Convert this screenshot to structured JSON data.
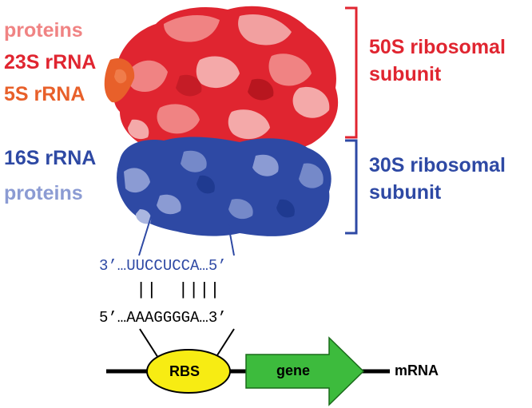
{
  "labels": {
    "large_proteins": "proteins",
    "rrna_23s": "23S rRNA",
    "rrna_5s": "5S rRNA",
    "rrna_16s": "16S rRNA",
    "small_proteins": "proteins",
    "subunit_50s": "50S ribosomal subunit",
    "subunit_30s": "30S ribosomal subunit"
  },
  "sequences": {
    "rrna_3to5": "3’…UUCCUCCA…5’",
    "pairing": "||  ||||",
    "mrna_5to3": "5’…AAAGGGGA…3’"
  },
  "mrna_diagram": {
    "rbs_label": "RBS",
    "gene_label": "gene",
    "mrna_label": "mRNA"
  },
  "colors": {
    "large_subunit_red": "#e02530",
    "proteins_pink": "#f08383",
    "rrna_5s_orange": "#e8602a",
    "small_subunit_blue": "#2e49a4",
    "small_proteins_lavender": "#8b9bd3",
    "rbs_yellow": "#f7ec13",
    "gene_green": "#3dbb3d"
  }
}
